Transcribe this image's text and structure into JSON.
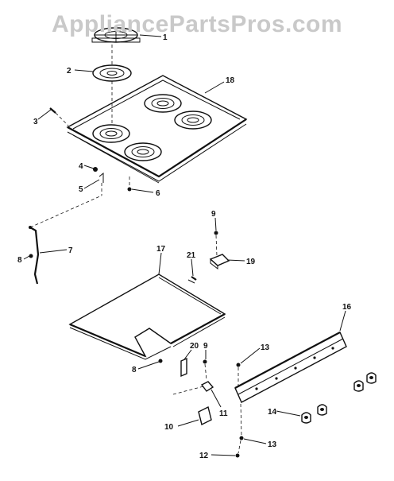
{
  "watermark": "AppliancePartsPros.com",
  "callouts": {
    "c1": "1",
    "c2": "2",
    "c3": "3",
    "c4": "4",
    "c5": "5",
    "c6": "6",
    "c7": "7",
    "c8a": "8",
    "c8b": "8",
    "c9a": "9",
    "c9b": "9",
    "c10": "10",
    "c11": "11",
    "c12": "12",
    "c13a": "13",
    "c13b": "13",
    "c14": "14",
    "c16": "16",
    "c17": "17",
    "c18": "18",
    "c19": "19",
    "c20": "20",
    "c21": "21"
  }
}
